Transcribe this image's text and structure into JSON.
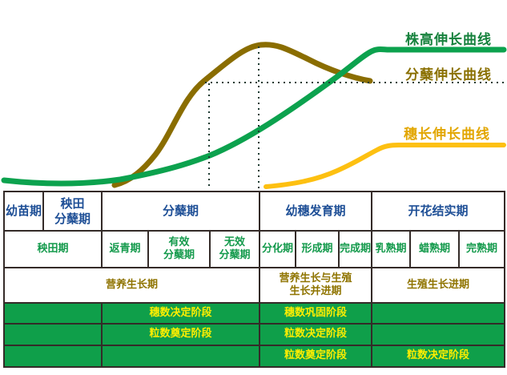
{
  "colors": {
    "background": "#ffffff",
    "curve_plant_height": "#0ca24e",
    "curve_tiller": "#8a6d00",
    "curve_panicle": "#fdc011",
    "label_plant_height": "#15813c",
    "label_tiller": "#8a7000",
    "label_panicle": "#e2a600",
    "guide_line": "#1d3a30",
    "table_grid": "#342b28",
    "table_header_text": "#1e4f96",
    "table_substage_text": "#149a4c",
    "table_phase_text": "#8f7400",
    "stage_bar_fill": "#0f9f4a",
    "stage_bar_text": "#ffee00"
  },
  "chart": {
    "labels": {
      "plant_height": "株高伸长曲线",
      "tiller": "分蘖伸长曲线",
      "panicle_length": "穗长伸长曲线"
    },
    "curves": [
      {
        "id": "plant-height",
        "label": "株高伸长曲线",
        "color": "#0ca24e",
        "shape": "flat low start, sigmoid rise through tillering, high plateau on right"
      },
      {
        "id": "tiller",
        "label": "分蘖伸长曲线",
        "color": "#8a6d00",
        "shape": "steep rise, peak at end of tillering stage, decline ending mid-chart"
      },
      {
        "id": "panicle-length",
        "label": "穗长伸长曲线",
        "color": "#fdc011",
        "shape": "starts at panicle development, rises to low plateau on right"
      }
    ],
    "guides": {
      "horizontal_dotted": "level of final tiller number, from tiller-curve ascent to right edge",
      "vertical_dotted_1": "boundary between effective and ineffective tillering",
      "vertical_dotted_2": "boundary at tiller-curve peak / start of panicle development"
    }
  },
  "table": {
    "r1": {
      "c1": "幼苗期",
      "c2": "秧田\n分蘖期",
      "c3": "分蘖期",
      "c4": "幼穗发育期",
      "c5": "开花结实期"
    },
    "r2": {
      "c1": "秧田期",
      "c2": "返青期",
      "c3": "有效\n分蘖期",
      "c4": "无效\n分蘖期",
      "c5": "分化期",
      "c6": "形成期",
      "c7": "完成期",
      "c8": "乳熟期",
      "c9": "蜡熟期",
      "c10": "完熟期"
    },
    "r3": {
      "c1": "营养生长期",
      "c2": "营养生长与生殖\n生长并进期",
      "c3": "生殖生长进期"
    },
    "r4": {
      "c2": "穗数决定阶段",
      "c3": "穗数巩固阶段"
    },
    "r5": {
      "c2": "粒数奠定阶段",
      "c3": "粒数决定阶段"
    },
    "r6": {
      "c3": "粒数奠定阶段",
      "c4": "粒数决定阶段"
    }
  }
}
